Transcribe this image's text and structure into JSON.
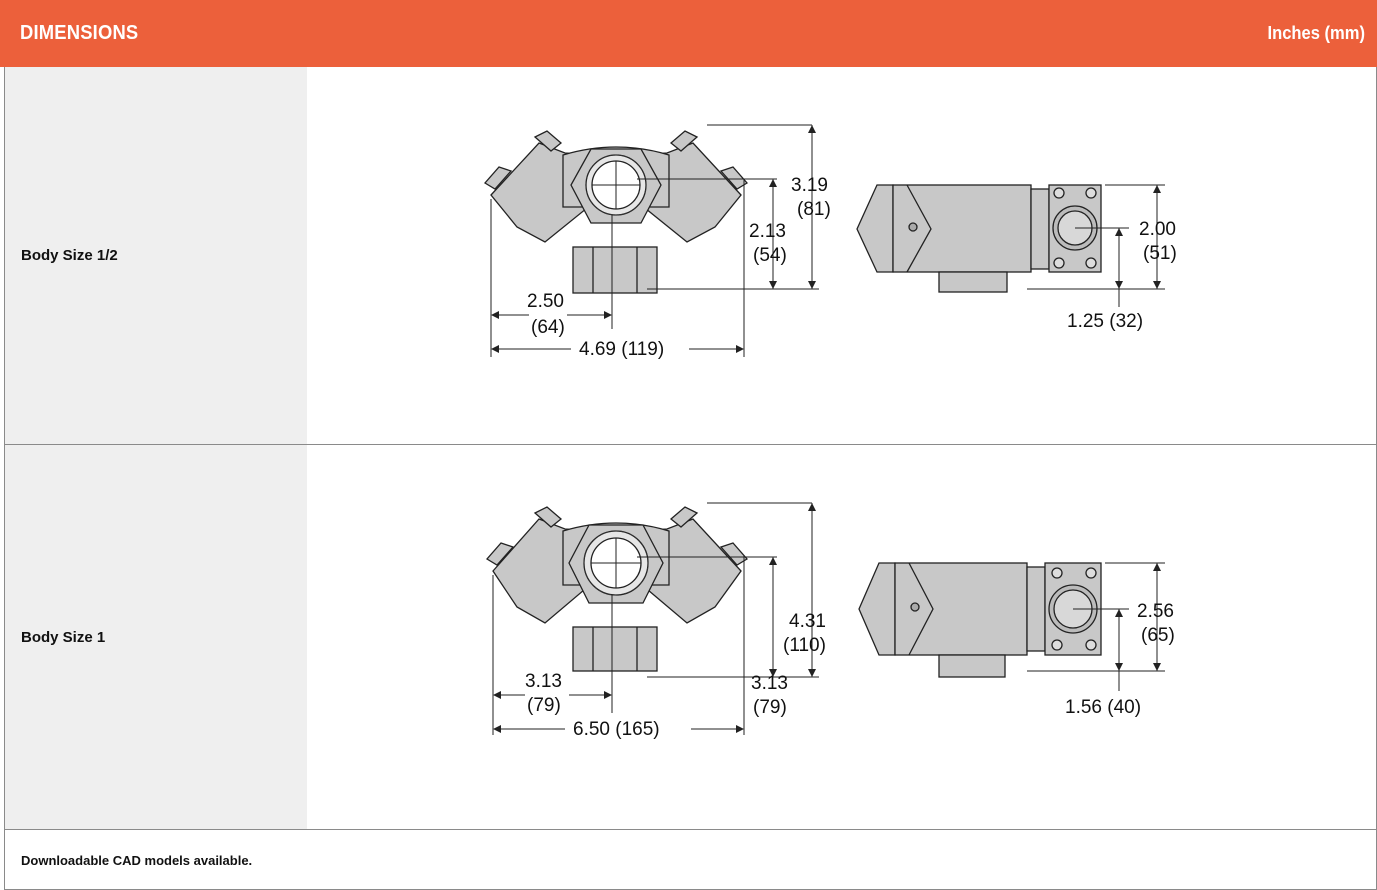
{
  "header": {
    "title": "DIMENSIONS",
    "units": "Inches (mm)"
  },
  "rows": [
    {
      "label": "Body Size 1/2",
      "front": {
        "height_total": "3.19",
        "height_total_mm": "(81)",
        "height_center": "2.13",
        "height_center_mm": "(54)",
        "half_width": "2.50",
        "half_width_mm": "(64)",
        "width_total": "4.69 (119)"
      },
      "side": {
        "port_height": "2.00",
        "port_height_mm": "(51)",
        "port_center": "1.25 (32)"
      }
    },
    {
      "label": "Body Size 1",
      "front": {
        "height_total": "4.31",
        "height_total_mm": "(110)",
        "height_center": "3.13",
        "height_center_mm": "(79)",
        "half_width": "3.13",
        "half_width_mm": "(79)",
        "width_total": "6.50 (165)"
      },
      "side": {
        "port_height": "2.56",
        "port_height_mm": "(65)",
        "port_center": "1.56 (40)"
      }
    }
  ],
  "footer": {
    "note": "Downloadable CAD models available."
  },
  "colors": {
    "header_bg": "#ec603b",
    "label_bg": "#efefef",
    "body_fill": "#c8c8c8"
  }
}
